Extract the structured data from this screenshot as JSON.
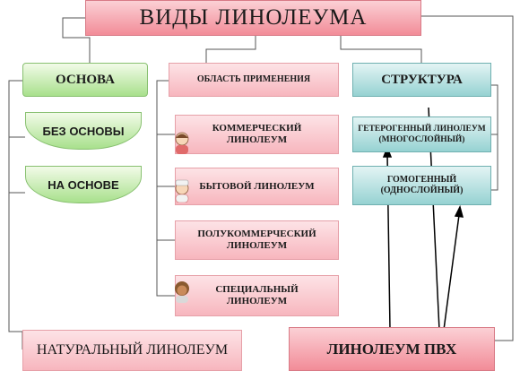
{
  "title": "ВИДЫ ЛИНОЛЕУМА",
  "osnova": {
    "header": "ОСНОВА",
    "items": [
      "БЕЗ ОСНОВЫ",
      "НА ОСНОВЕ"
    ]
  },
  "oblast": {
    "header": "ОБЛАСТЬ ПРИМЕНЕНИЯ",
    "items": [
      {
        "line1": "КОММЕРЧЕСКИЙ",
        "line2": "ЛИНОЛЕУМ"
      },
      {
        "line1": "БЫТОВОЙ ЛИНОЛЕУМ",
        "line2": ""
      },
      {
        "line1": "ПОЛУКОММЕРЧЕСКИЙ",
        "line2": "ЛИНОЛЕУМ"
      },
      {
        "line1": "СПЕЦИАЛЬНЫЙ",
        "line2": "ЛИНОЛЕУМ"
      }
    ]
  },
  "struktura": {
    "header": "СТРУКТУРА",
    "items": [
      {
        "line1": "ГЕТЕРОГЕННЫЙ ЛИНОЛЕУМ",
        "line2": "(МНОГОСЛОЙНЫЙ)"
      },
      {
        "line1": "ГОМОГЕННЫЙ",
        "line2": "(ОДНОСЛОЙНЫЙ)"
      }
    ]
  },
  "natural": "НАТУРАЛЬНЫЙ ЛИНОЛЕУМ",
  "pvc": "ЛИНОЛЕУМ ПВХ",
  "colors": {
    "pink": "#f7b6be",
    "green": "#a8e08c",
    "teal": "#96d2d2",
    "line": "#555555"
  }
}
